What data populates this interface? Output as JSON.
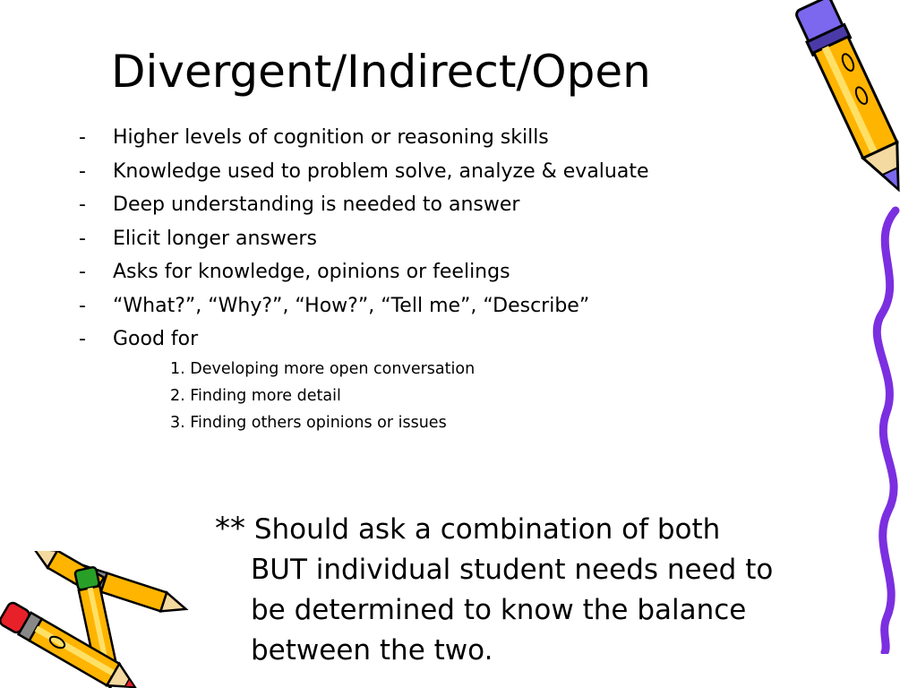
{
  "slide": {
    "title": "Divergent/Indirect/Open",
    "bullet_marker": "-",
    "bullets": [
      "Higher levels of cognition or reasoning skills",
      "Knowledge used to problem solve, analyze & evaluate",
      "Deep understanding is needed to answer",
      "Elicit longer answers",
      "Asks for knowledge, opinions or feelings",
      "“What?”, “Why?”, “How?”, “Tell me”, “Describe”",
      "Good for"
    ],
    "sub_items": [
      "1.  Developing more open conversation",
      "2. Finding more detail",
      "3. Finding others opinions or issues"
    ],
    "note": {
      "prefix": "**",
      "line1": " Should ask a combination of both",
      "line2": "BUT individual student needs need to",
      "line3": "be determined to know the balance",
      "line4": "between the two."
    }
  },
  "colors": {
    "text": "#000000",
    "pencil_body": "#FFB400",
    "pencil_stripe": "#FFE066",
    "lavender_eraser": "#7B68EE",
    "squiggle": "#7B2FE0",
    "red_eraser": "#E8202A",
    "green_eraser": "#28A028",
    "outline": "#000000"
  },
  "icons": [
    "pencil-icon",
    "squiggle-line-icon",
    "pencils-bundle-icon"
  ]
}
